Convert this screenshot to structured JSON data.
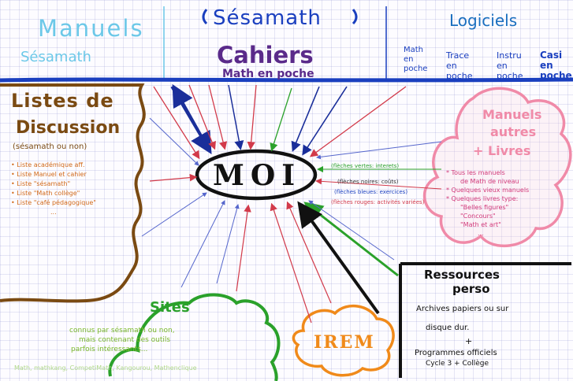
{
  "top": {
    "manuels": "Manuels",
    "manuels_sub": "Sésamath",
    "sesamath": "Sésamath",
    "cahiers": "Cahiers",
    "cahiers_sub": "Math en poche",
    "logiciels": "Logiciels",
    "logiciels_items": [
      [
        "Math",
        "en",
        "poche"
      ],
      [
        "Trace",
        "en",
        "poche"
      ],
      [
        "Instru",
        "en",
        "poche"
      ],
      [
        "Casi",
        "en",
        "poche"
      ]
    ]
  },
  "center": {
    "label": "MOI",
    "notes": [
      "(flèches vertes: interets)",
      "(flèches noires: coûts)",
      "(flèches bleues: exercices)",
      "(flèches rouges: activités variées)"
    ]
  },
  "listes": {
    "title_line1": "Listes de",
    "title_line2": "Discussion",
    "subtitle": "(sésamath ou non)",
    "items": [
      "Liste académique aff.",
      "Liste Manuel et cahier",
      "Liste \"sésamath\"",
      "Liste \"Math collège\"",
      "Liste \"café pédagogique\"",
      "..."
    ]
  },
  "manuels_autres": {
    "title_line1": "Manuels",
    "title_line2": "autres",
    "title_line3": "+ Livres",
    "items": [
      "Tous les manuels",
      "de Math de niveau",
      "Quelques vieux manuels",
      "Quelques livres type:",
      "\"Belles figures\"",
      "\"Concours\"",
      "\"Math et art\"",
      "..."
    ]
  },
  "ressources": {
    "title_line1": "Ressources",
    "title_line2": "perso",
    "line1": "Archives papiers ou sur",
    "line2": "disque dur.",
    "plus1": "+",
    "line3": "Programmes officiels",
    "line4": "Cycle 3 + Collège"
  },
  "sites": {
    "title": "Sites",
    "desc1": "connus par sésamath ou non,",
    "desc2": "mais contenant des outils",
    "desc3": "parfois intéressants...",
    "list": "Math, mathkang, CompetiMath, Kangourou, Mathenclique"
  },
  "iren": {
    "label": "IREM"
  },
  "colors": {
    "blue_line": "#1a3fbf",
    "brown": "#7a4a12",
    "pink": "#e87a9a",
    "green": "#2aa12a",
    "orange": "#f08a1a",
    "purple": "#5a2a8a",
    "light_blue": "#6cc8e8",
    "black": "#111111"
  }
}
